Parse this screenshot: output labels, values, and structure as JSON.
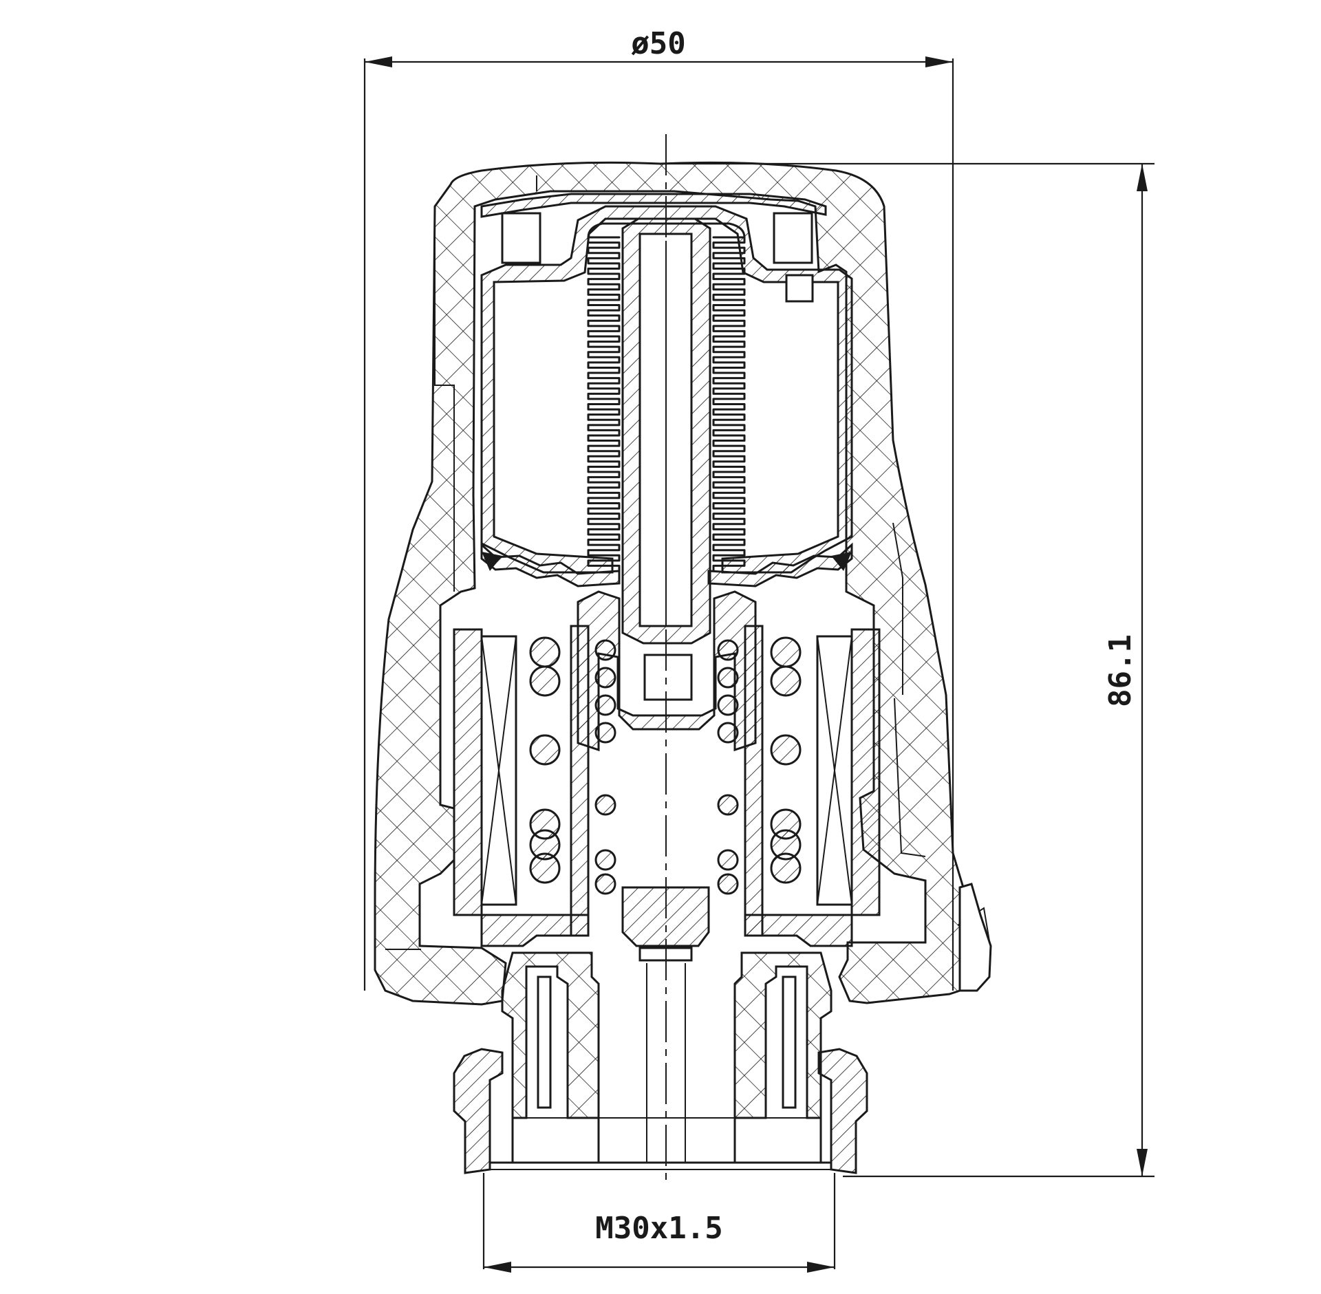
{
  "drawing": {
    "dimensions": {
      "diameter_label": "ø50",
      "height_label": "86.1",
      "thread_label": "M30x1.5"
    },
    "springs": {
      "outer_left": [
        {
          "d": 42
        },
        {
          "d": 42
        },
        {
          "d": 42
        },
        {
          "d": 42
        },
        {
          "d": 42
        },
        {
          "d": 42
        }
      ],
      "inner_left": [
        {
          "d": 28
        },
        {
          "d": 28
        },
        {
          "d": 28
        },
        {
          "d": 28
        },
        {
          "d": 28
        },
        {
          "d": 28
        },
        {
          "d": 28
        }
      ]
    },
    "bellows_fold_count": 32
  }
}
